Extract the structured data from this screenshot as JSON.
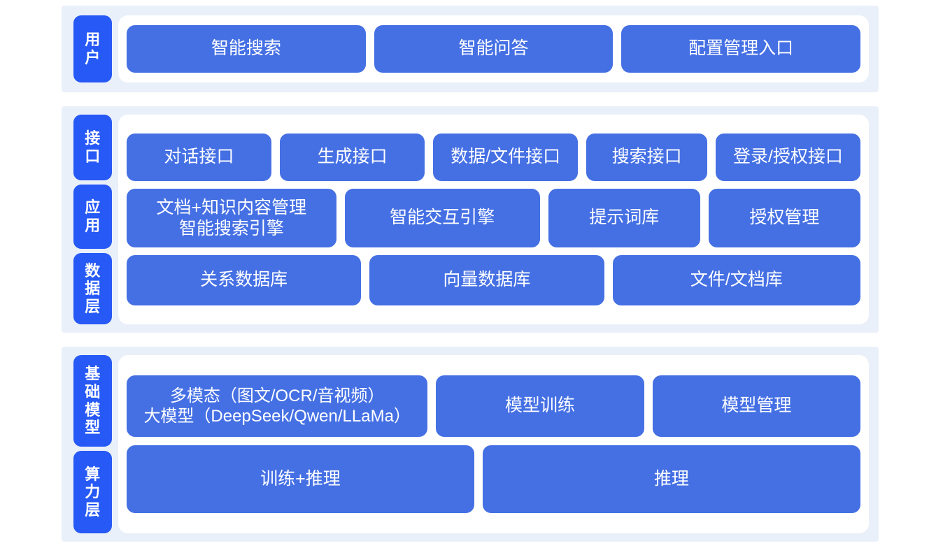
{
  "theme": {
    "tab_color": "#2659f5",
    "box_color": "#4570e4",
    "band_bg": "#eaf0fa",
    "panel_bg": "#ffffff",
    "text_color": "#ffffff",
    "page_bg": "#ffffff"
  },
  "layers": [
    {
      "id": "user",
      "tabs": [
        {
          "label": "用户"
        }
      ],
      "rows": [
        {
          "id": "user-row",
          "boxes": [
            {
              "label": "智能搜索",
              "flex": 1
            },
            {
              "label": "智能问答",
              "flex": 1
            },
            {
              "label": "配置管理入口",
              "flex": 1
            }
          ]
        }
      ]
    },
    {
      "id": "mid",
      "tabs": [
        {
          "label": "接口"
        },
        {
          "label": "应用"
        },
        {
          "label": "数据层"
        }
      ],
      "rows": [
        {
          "id": "interface-row",
          "boxes": [
            {
              "label": "对话接口",
              "flex": 1
            },
            {
              "label": "生成接口",
              "flex": 1
            },
            {
              "label": "数据/文件接口",
              "flex": 1
            },
            {
              "label": "搜索接口",
              "flex": 0.82
            },
            {
              "label": "登录/授权接口",
              "flex": 1
            }
          ]
        },
        {
          "id": "application-row",
          "boxes": [
            {
              "label": "文档+知识内容管理\n智能搜索引擎",
              "flex": 1.1
            },
            {
              "label": "智能交互引擎",
              "flex": 1.02
            },
            {
              "label": "提示词库",
              "flex": 0.78
            },
            {
              "label": "授权管理",
              "flex": 0.78
            }
          ]
        },
        {
          "id": "data-row",
          "boxes": [
            {
              "label": "关系数据库",
              "flex": 1
            },
            {
              "label": "向量数据库",
              "flex": 1
            },
            {
              "label": "文件/文档库",
              "flex": 1.06
            }
          ]
        }
      ]
    },
    {
      "id": "base",
      "tabs": [
        {
          "label": "基础模型"
        },
        {
          "label": "算力层"
        }
      ],
      "rows": [
        {
          "id": "model-row",
          "boxes": [
            {
              "label": "多模态（图文/OCR/音视频）\n大模型（DeepSeek/Qwen/LLaMa）",
              "flex": 1.37,
              "font_size": "24px"
            },
            {
              "label": "模型训练",
              "flex": 0.93
            },
            {
              "label": "模型管理",
              "flex": 0.93
            }
          ]
        },
        {
          "id": "compute-row",
          "boxes": [
            {
              "label": "训练+推理",
              "flex": 1
            },
            {
              "label": "推理",
              "flex": 1.09
            }
          ]
        }
      ]
    }
  ]
}
